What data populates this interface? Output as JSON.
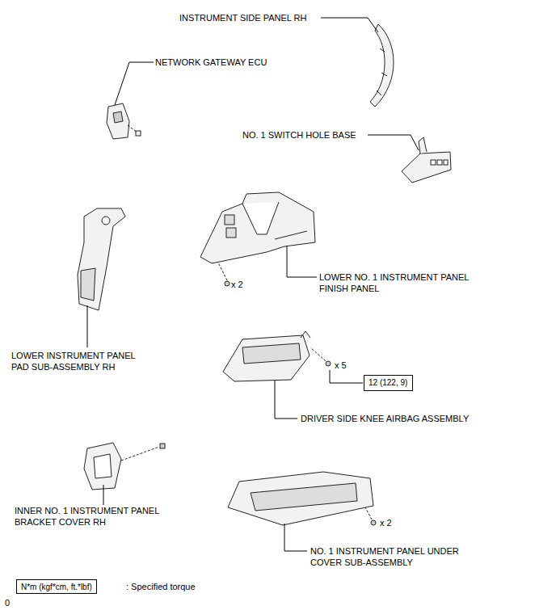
{
  "diagram": {
    "nodes": [
      {
        "text": [
          "12 (122, 9)"
        ]
      },
      {
        "text": [
          "N*m (kgf*cm, ft.*lbf)"
        ]
      }
    ],
    "labels": [
      "INSTRUMENT SIDE PANEL RH",
      "NETWORK GATEWAY ECU",
      "NO. 1 SWITCH HOLE BASE",
      "x 2",
      "LOWER NO. 1 INSTRUMENT PANEL FINISH PANEL",
      "LOWER INSTRUMENT PANEL PAD SUB-ASSEMBLY RH",
      "x 5",
      "DRIVER SIDE KNEE AIRBAG ASSEMBLY",
      "INNER NO. 1 INSTRUMENT PANEL BRACKET COVER RH",
      "x 2",
      "NO. 1 INSTRUMENT PANEL UNDER COVER SUB-ASSEMBLY",
      ": Specified torque",
      "0"
    ]
  }
}
